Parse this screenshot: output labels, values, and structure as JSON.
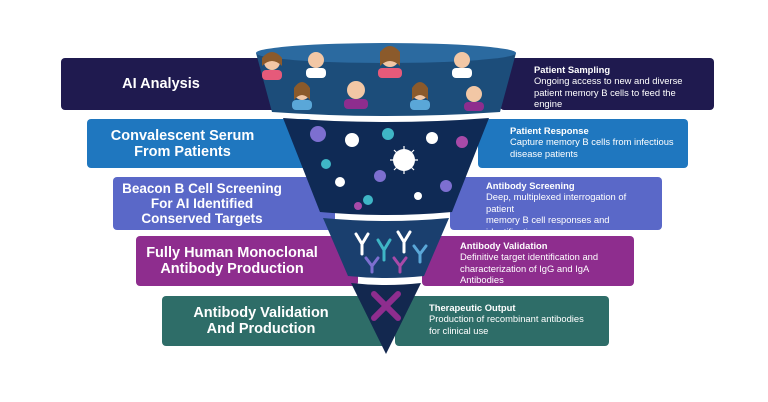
{
  "stages": [
    {
      "left_label": "AI Analysis",
      "right_title": "Patient Sampling",
      "right_desc": "Ongoing access to new and diverse\npatient memory B cells to feed the engine",
      "color": "#1f1a4f"
    },
    {
      "left_label": "Convalescent Serum\nFrom Patients",
      "right_title": "Patient Response",
      "right_desc": "Capture memory B cells from infectious\ndisease patients",
      "color": "#1f77bf"
    },
    {
      "left_label": "Beacon B Cell Screening\nFor AI Identified\nConserved Targets",
      "right_title": "Antibody Screening",
      "right_desc": "Deep, multiplexed interrogation of patient\nmemory B cell responses and identification\nof IgG and IgA Antibodies",
      "color": "#5a68c8"
    },
    {
      "left_label": "Fully Human Monoclonal\nAntibody Production",
      "right_title": "Antibody Validation",
      "right_desc": "Definitive target identification and\ncharacterization of IgG and IgA Antibodies",
      "color": "#8e2d8e"
    },
    {
      "left_label": "Antibody Validation\nAnd Production",
      "right_title": "Therapeutic Output",
      "right_desc": "Production of recombinant antibodies\nfor clinical use",
      "color": "#2e6d68"
    }
  ],
  "funnel": {
    "top_color": "#1c4d7a",
    "virus_color": "#0f2a55",
    "antibody_color": "#1a3f6e",
    "tip_color": "#13284f",
    "icons": [
      "people-icon",
      "virus-icon",
      "antibody-icon",
      "therapeutic-icon"
    ]
  }
}
